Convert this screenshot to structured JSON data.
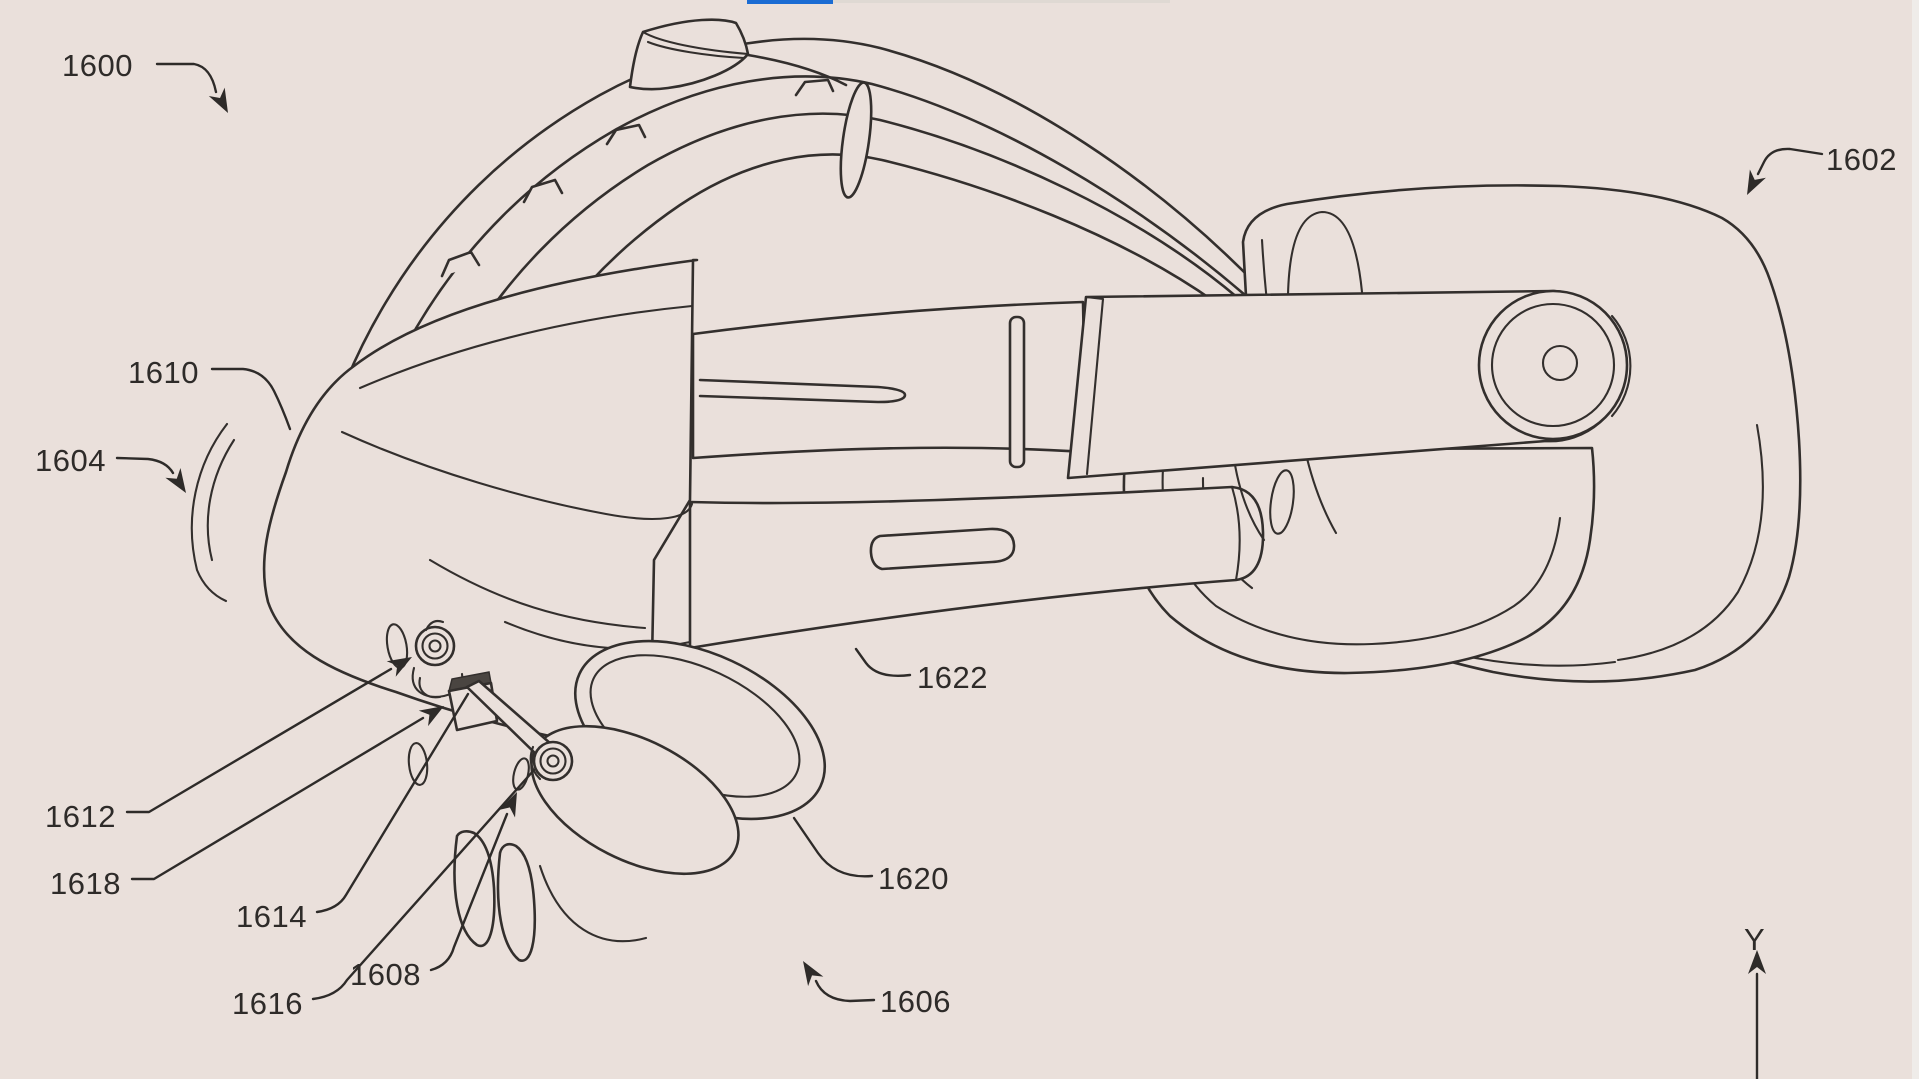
{
  "figure": {
    "type": "patent-line-drawing",
    "subject": "head-mounted display headset with headband ring, adjustment dial, ear cup and flip visor",
    "background_color": "#EAE0DB",
    "line_color": "#332F2D",
    "top_bar_accent_color": "#1B6CD3",
    "labels": [
      {
        "ref": "1600"
      },
      {
        "ref": "1602"
      },
      {
        "ref": "1604"
      },
      {
        "ref": "1606"
      },
      {
        "ref": "1608"
      },
      {
        "ref": "1610"
      },
      {
        "ref": "1612"
      },
      {
        "ref": "1614"
      },
      {
        "ref": "1616"
      },
      {
        "ref": "1618"
      },
      {
        "ref": "1620"
      },
      {
        "ref": "1622"
      }
    ],
    "axis": {
      "label": "Y"
    }
  }
}
